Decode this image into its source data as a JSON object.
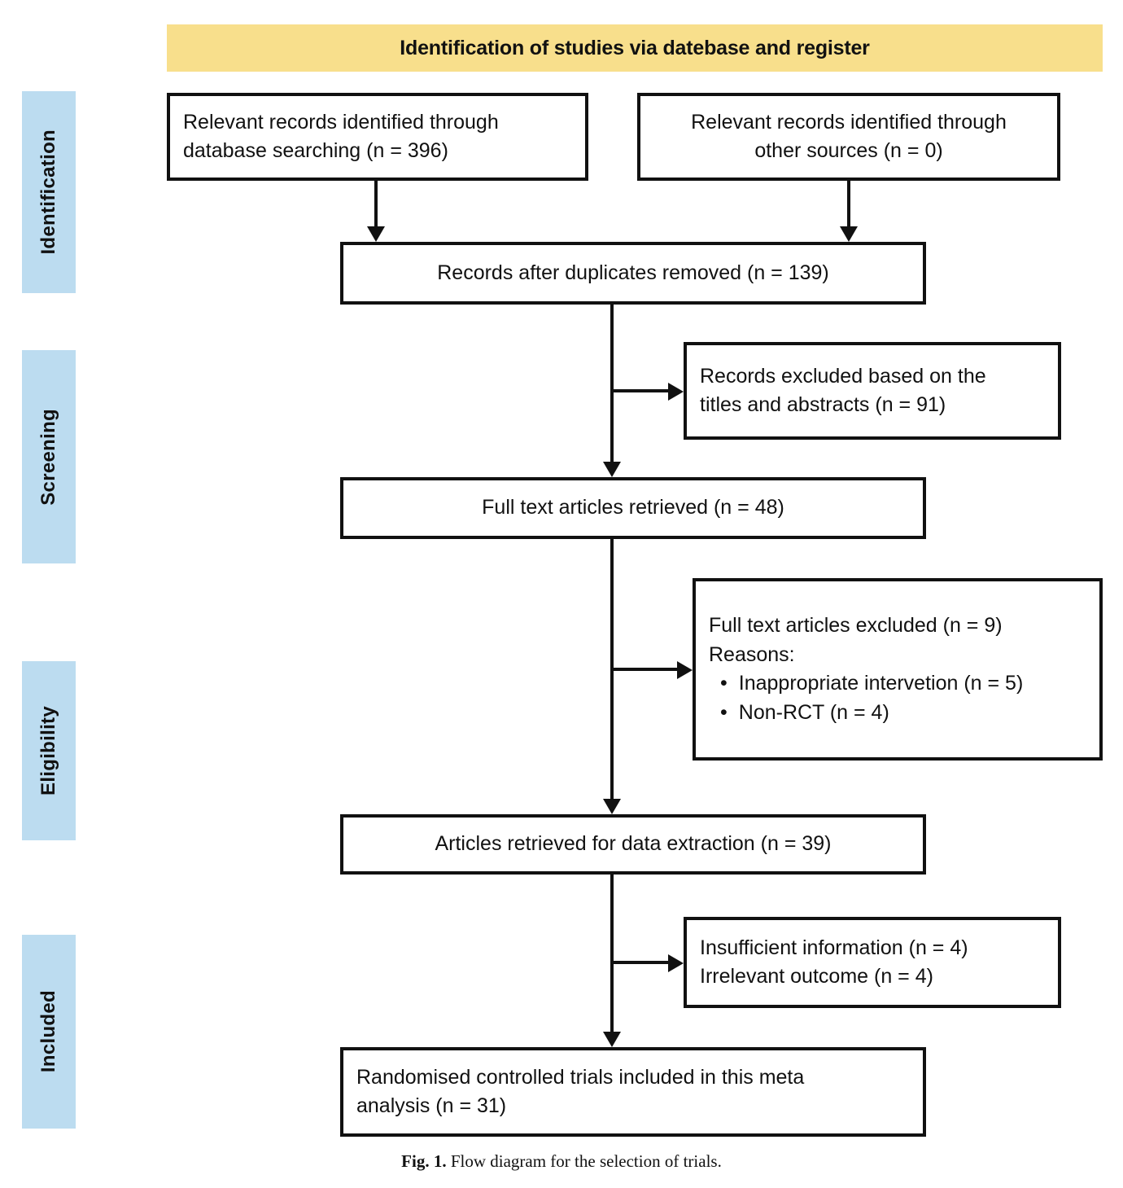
{
  "banner": {
    "title": "Identification of studies via datebase and register",
    "background_color": "#F8DF8C"
  },
  "stages": {
    "color": "#BCDCF0",
    "items": [
      {
        "label": "Identification"
      },
      {
        "label": "Screening"
      },
      {
        "label": "Eligibility"
      },
      {
        "label": "Included"
      }
    ]
  },
  "boxes": {
    "database_search": {
      "line1": "Relevant records identified through",
      "line2": "database searching (n = 396)"
    },
    "other_sources": {
      "line1": "Relevant records identified through",
      "line2": "other sources (n = 0)"
    },
    "duplicates_removed": {
      "line1": "Records after duplicates removed (n = 139)"
    },
    "excluded_titles_abstracts": {
      "line1": "Records excluded based on the",
      "line2": "titles and abstracts (n = 91)"
    },
    "full_text_retrieved": {
      "line1": "Full text articles retrieved (n = 48)"
    },
    "full_text_excluded": {
      "line1": "Full text articles excluded (n = 9)",
      "line2": "Reasons:",
      "bullet_glyph": "•",
      "reasons": [
        "Inappropriate intervetion (n = 5)",
        "Non-RCT (n = 4)"
      ]
    },
    "data_extraction": {
      "line1": "Articles retrieved for data extraction (n = 39)"
    },
    "insufficient": {
      "line1": "Insufficient information (n = 4)",
      "line2": "Irrelevant outcome (n = 4)"
    },
    "included_trials": {
      "line1": "Randomised controlled trials included in this meta",
      "line2": "analysis (n = 31)"
    }
  },
  "caption": {
    "fignum": "Fig. 1.",
    "text": " Flow diagram for the selection of trials."
  }
}
